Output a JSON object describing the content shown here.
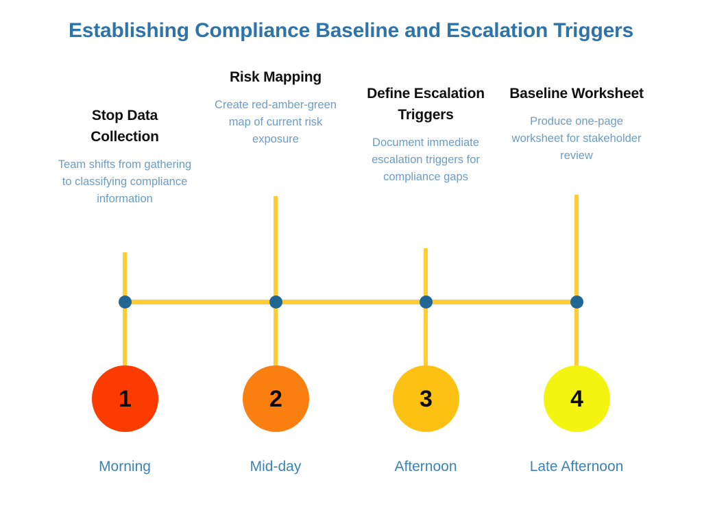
{
  "title": "Establishing Compliance Baseline and Escalation Triggers",
  "colors": {
    "title": "#2E74A8",
    "heading": "#101010",
    "description": "#6C9CC4",
    "timeline_line": "#FFCC33",
    "timeline_dot": "#226693",
    "time_label": "#3C82B4",
    "background": "#FFFFFF"
  },
  "steps": [
    {
      "number": "1",
      "heading": "Stop Data Collection",
      "description": "Team shifts from gathering to classifying compliance information",
      "time_label": "Morning",
      "circle_color": "#FA3C00"
    },
    {
      "number": "2",
      "heading": "Risk Mapping",
      "description": "Create red-amber-green map of current risk exposure",
      "time_label": "Mid-day",
      "circle_color": "#F98010"
    },
    {
      "number": "3",
      "heading": "Define Escalation Triggers",
      "description": "Document immediate escalation triggers for compliance gaps",
      "time_label": "Afternoon",
      "circle_color": "#FCC112"
    },
    {
      "number": "4",
      "heading": "Baseline Worksheet",
      "description": "Produce one-page worksheet for stakeholder review",
      "time_label": "Late Afternoon",
      "circle_color": "#F4F411"
    }
  ]
}
